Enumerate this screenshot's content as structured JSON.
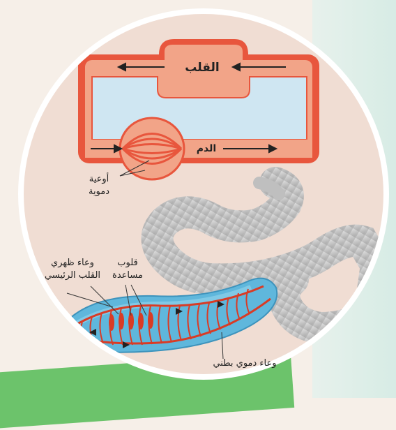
{
  "diagram": {
    "heart_label": "القلب",
    "blood_label": "الدم",
    "vessels_label_line1": "أوعية",
    "vessels_label_line2": "دموية",
    "dorsal_vessel_line1": "وعاء ظهري",
    "dorsal_vessel_line2": "القلب الرئيسي",
    "aux_hearts_line1": "قلوب",
    "aux_hearts_line2": "مساعدة",
    "ventral_vessel": "وعاء دموي بطني"
  },
  "colors": {
    "vessel_red": "#e8563d",
    "heart_fill": "#f2a488",
    "tissue_blue": "#cfe6f2",
    "worm_gray": "#c9c9c9",
    "worm_blue": "#5fb7dc"
  }
}
